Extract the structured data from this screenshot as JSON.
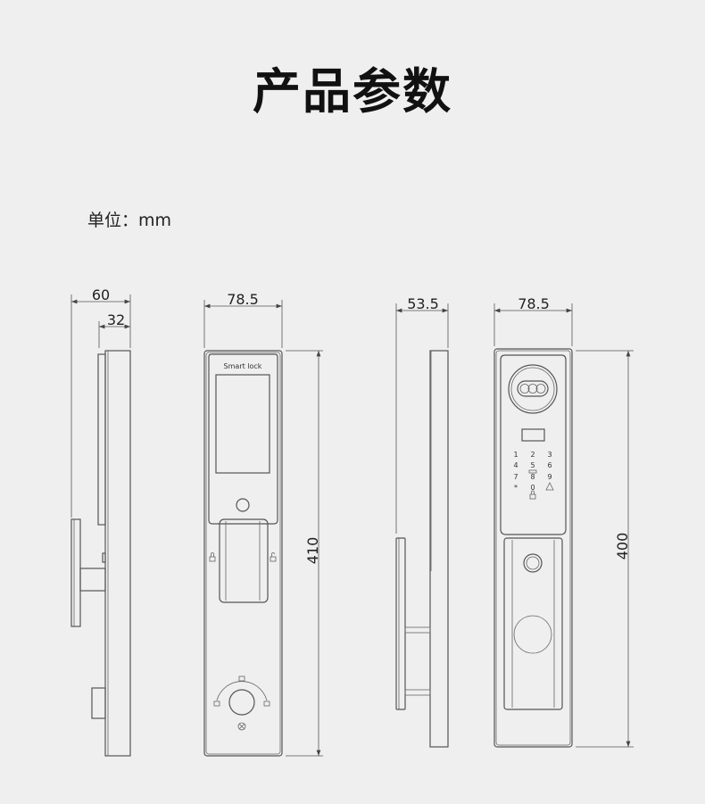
{
  "title": "产品参数",
  "unit_label": "单位：mm",
  "views": {
    "side_view": {
      "depth_total": "60",
      "depth_inner": "32"
    },
    "front_view": {
      "width": "78.5",
      "height": "410",
      "brand_text": "Smart lock"
    },
    "back_side_view": {
      "depth": "53.5"
    },
    "back_view": {
      "width": "78.5",
      "height": "400",
      "keypad": [
        "1",
        "2",
        "3",
        "4",
        "5",
        "6",
        "7",
        "8",
        "9",
        "*",
        "0"
      ]
    }
  }
}
